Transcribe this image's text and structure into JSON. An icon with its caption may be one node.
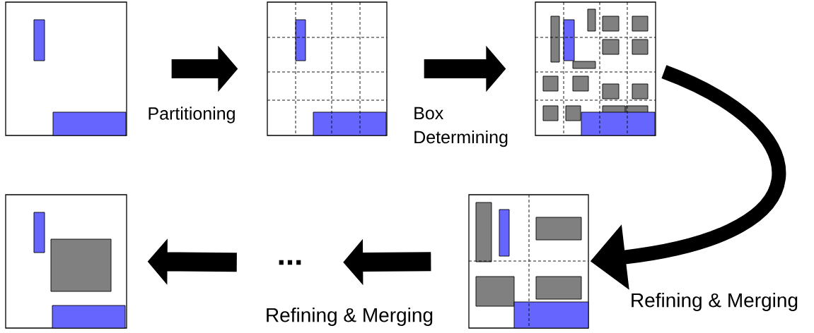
{
  "diagram": {
    "nodes": [
      {
        "text": [],
        "shape": "picture"
      },
      {
        "text": [],
        "shape": "picture"
      },
      {
        "text": [],
        "shape": "picture"
      },
      {
        "text": [],
        "shape": "picture"
      },
      {
        "text": [
          "..."
        ]
      },
      {
        "text": [],
        "shape": "picture"
      }
    ],
    "edges": [
      {
        "from": 0,
        "to": 1,
        "arrow": "to",
        "label": "Partitioning"
      },
      {
        "from": 1,
        "to": 2,
        "arrow": "to",
        "label": "Box Determining"
      },
      {
        "from": 2,
        "to": 5,
        "arrow": "to",
        "label": "Refining & Merging"
      },
      {
        "from": 5,
        "to": 4,
        "arrow": "to",
        "label": "Refining & Merging"
      },
      {
        "from": 4,
        "to": 3,
        "arrow": "to"
      }
    ]
  }
}
